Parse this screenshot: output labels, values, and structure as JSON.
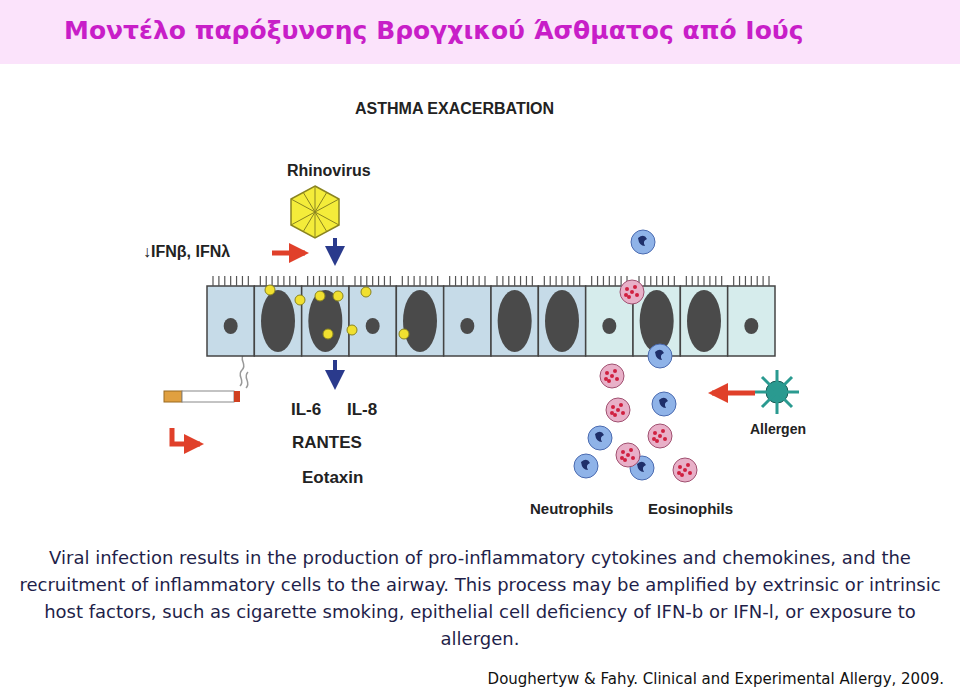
{
  "diagram": {
    "title": "Μοντέλο παρόξυνσης Βρογχικού Άσθματος από Ιούς",
    "caption": "Viral infection results in the production of pro-inflammatory cytokines and chemokines, and the recruitment of inflammatory cells to the airway. This process may be amplified by extrinsic or intrinsic host factors, such as cigarette smoking, epithelial cell deficiency of IFN-b or IFN-l, or exposure to allergen.",
    "labels": [
      "ASTHMA EXACERBATION",
      "Rhinovirus",
      "↓IFNβ, IFNλ",
      "IL-6",
      "IL-8",
      "RANTES",
      "Eotaxin",
      "Allergen",
      "Neutrophils",
      "Eosinophils",
      "Doughertyw & Fahy. Clinical and Experimental Allergy, 2009."
    ]
  }
}
